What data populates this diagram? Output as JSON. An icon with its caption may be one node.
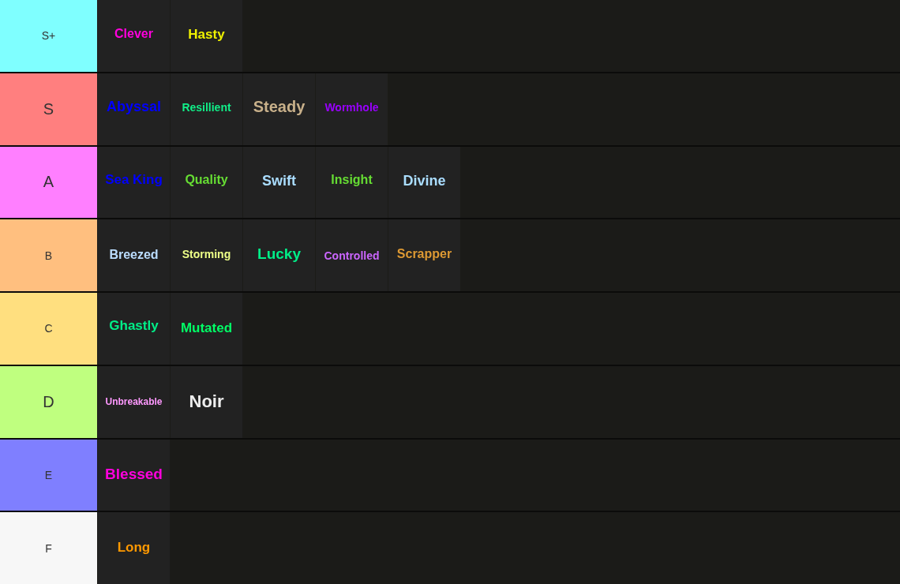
{
  "diagram": {
    "nodes": [
      {
        "text": [
          "S+"
        ]
      },
      {
        "text": [
          "Clever"
        ],
        "in": 0
      },
      {
        "text": [
          "Hasty"
        ],
        "in": 0
      },
      {
        "text": [
          "S"
        ]
      },
      {
        "text": [
          "Abyssal"
        ],
        "in": 3
      },
      {
        "text": [
          "Resillient"
        ],
        "in": 3
      },
      {
        "text": [
          "Steady"
        ],
        "in": 3
      },
      {
        "text": [
          "Wormhole"
        ],
        "in": 3
      },
      {
        "text": [
          "A"
        ]
      },
      {
        "text": [
          "Sea King"
        ],
        "in": 8
      },
      {
        "text": [
          "Quality"
        ],
        "in": 8
      },
      {
        "text": [
          "Swift"
        ],
        "in": 8
      },
      {
        "text": [
          "Insight"
        ],
        "in": 8
      },
      {
        "text": [
          "Divine"
        ],
        "in": 8
      },
      {
        "text": [
          "B"
        ]
      },
      {
        "text": [
          "Breezed"
        ],
        "in": 14
      },
      {
        "text": [
          "Storming"
        ],
        "in": 14
      },
      {
        "text": [
          "Lucky"
        ],
        "in": 14
      },
      {
        "text": [
          "Controlled"
        ],
        "in": 14
      },
      {
        "text": [
          "Scrapper"
        ],
        "in": 14
      },
      {
        "text": [
          "C"
        ]
      },
      {
        "text": [
          "Ghastly"
        ],
        "in": 20
      },
      {
        "text": [
          "Mutated"
        ],
        "in": 20
      },
      {
        "text": [
          "D"
        ]
      },
      {
        "text": [
          "Unbreakable"
        ],
        "in": 23
      },
      {
        "text": [
          "Noir"
        ],
        "in": 23
      },
      {
        "text": [
          "E"
        ]
      },
      {
        "text": [
          "Blessed"
        ],
        "in": 26
      },
      {
        "text": [
          "F"
        ]
      },
      {
        "text": [
          "Long"
        ],
        "in": 28
      }
    ]
  }
}
